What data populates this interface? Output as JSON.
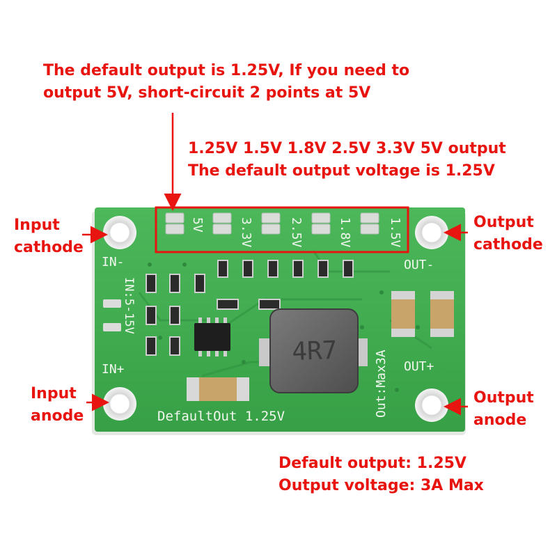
{
  "annotations": {
    "top_note": {
      "line1": "The default output is 1.25V, If you need to",
      "line2": "output 5V, short-circuit 2 points at 5V"
    },
    "voltage_options": {
      "line1": "1.25V 1.5V 1.8V 2.5V 3.3V 5V output",
      "line2": "The default output voltage is 1.25V"
    },
    "input_cathode": {
      "line1": "Input",
      "line2": "cathode"
    },
    "input_anode": {
      "line1": "Input",
      "line2": "anode"
    },
    "output_cathode": {
      "line1": "Output",
      "line2": "cathode"
    },
    "output_anode": {
      "line1": "Output",
      "line2": "anode"
    },
    "bottom_note": {
      "line1": "Default output: 1.25V",
      "line2": "Output voltage: 3A Max"
    }
  },
  "board": {
    "silkscreen": {
      "in_minus": "IN-",
      "in_plus": "IN+",
      "out_minus": "OUT-",
      "out_plus": "OUT+",
      "input_range": "IN:5-15V",
      "out_max": "Out:Max3A",
      "default_out": "DefaultOut 1.25V",
      "pad_labels": [
        "5V",
        "3.3V",
        "2.5V",
        "1.8V",
        "1.5V"
      ]
    },
    "inductor_marking": "4R7",
    "colors": {
      "pcb": "#3fa84c",
      "annotation": "#e8140f",
      "highlight_box": "#e8140f"
    }
  }
}
